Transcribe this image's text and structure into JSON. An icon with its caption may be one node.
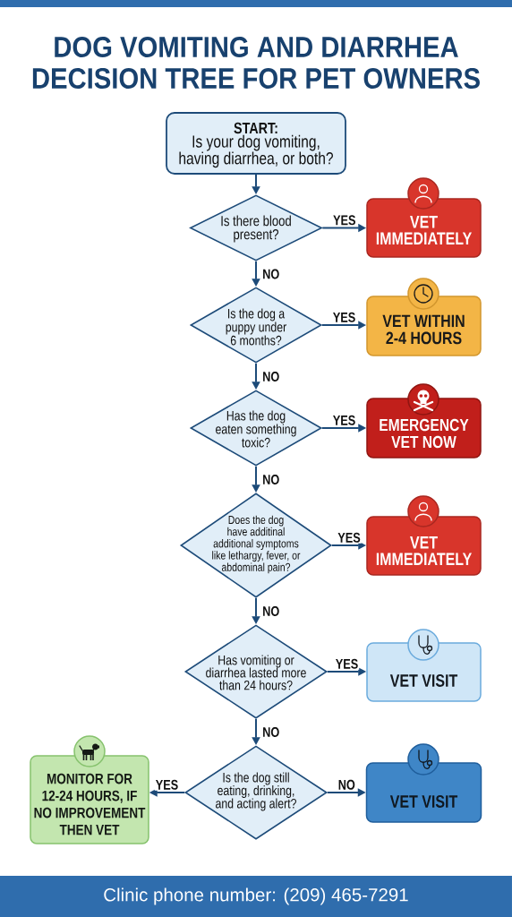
{
  "diagram": {
    "title": "DOG VOMITING AND DIARRHEA DECISION TREE FOR PET OWNERS",
    "nodes": [
      {
        "text": [
          "START:",
          "Is your dog vomiting, having diarrhea, or both?"
        ]
      },
      {
        "text": [
          "Is there blood present?"
        ]
      },
      {
        "text": [
          "VET IMMEDIATELY"
        ]
      },
      {
        "text": [
          "Is the dog a puppy under 6 months?"
        ]
      },
      {
        "text": [
          "VET WITHIN 2-4 HOURS"
        ]
      },
      {
        "text": [
          "Has the dog eaten something toxic?"
        ]
      },
      {
        "text": [
          "EMERGENCY VET NOW"
        ]
      },
      {
        "text": [
          "Does the dog have additinal additional symptoms like lethargy, fever, or abdominal pain?"
        ]
      },
      {
        "text": [
          "VET IMMEDIATELY"
        ]
      },
      {
        "text": [
          "Has vomiting or diarrhea lasted more than 24 hours?"
        ]
      },
      {
        "text": [
          "VET VISIT"
        ]
      },
      {
        "text": [
          "Is the dog still eating, drinking, and acting alert?"
        ]
      },
      {
        "text": [
          "MONITOR FOR 12-24 HOURS, IF NO IMPROVEMENT THEN VET"
        ]
      },
      {
        "text": [
          "VET VISIT"
        ]
      }
    ],
    "edges": [
      {
        "from": 0,
        "to": 1,
        "arrow": "to"
      },
      {
        "from": 1,
        "to": 2,
        "arrow": "to",
        "label": "YES"
      },
      {
        "from": 1,
        "to": 3,
        "arrow": "to",
        "label": "NO"
      },
      {
        "from": 3,
        "to": 4,
        "arrow": "to",
        "label": "YES"
      },
      {
        "from": 3,
        "to": 5,
        "arrow": "to",
        "label": "NO"
      },
      {
        "from": 5,
        "to": 6,
        "arrow": "to",
        "label": "YES"
      },
      {
        "from": 5,
        "to": 7,
        "arrow": "to",
        "label": "NO"
      },
      {
        "from": 7,
        "to": 8,
        "arrow": "to",
        "label": "YES"
      },
      {
        "from": 7,
        "to": 9,
        "arrow": "to",
        "label": "NO"
      },
      {
        "from": 9,
        "to": 10,
        "arrow": "to",
        "label": "YES"
      },
      {
        "from": 9,
        "to": 11,
        "arrow": "to",
        "label": "NO"
      },
      {
        "from": 11,
        "to": 12,
        "arrow": "to",
        "label": "YES"
      },
      {
        "from": 11,
        "to": 13,
        "arrow": "to",
        "label": "NO"
      }
    ],
    "labels": [
      "Clinic phone number: (209) 465-7291"
    ]
  }
}
